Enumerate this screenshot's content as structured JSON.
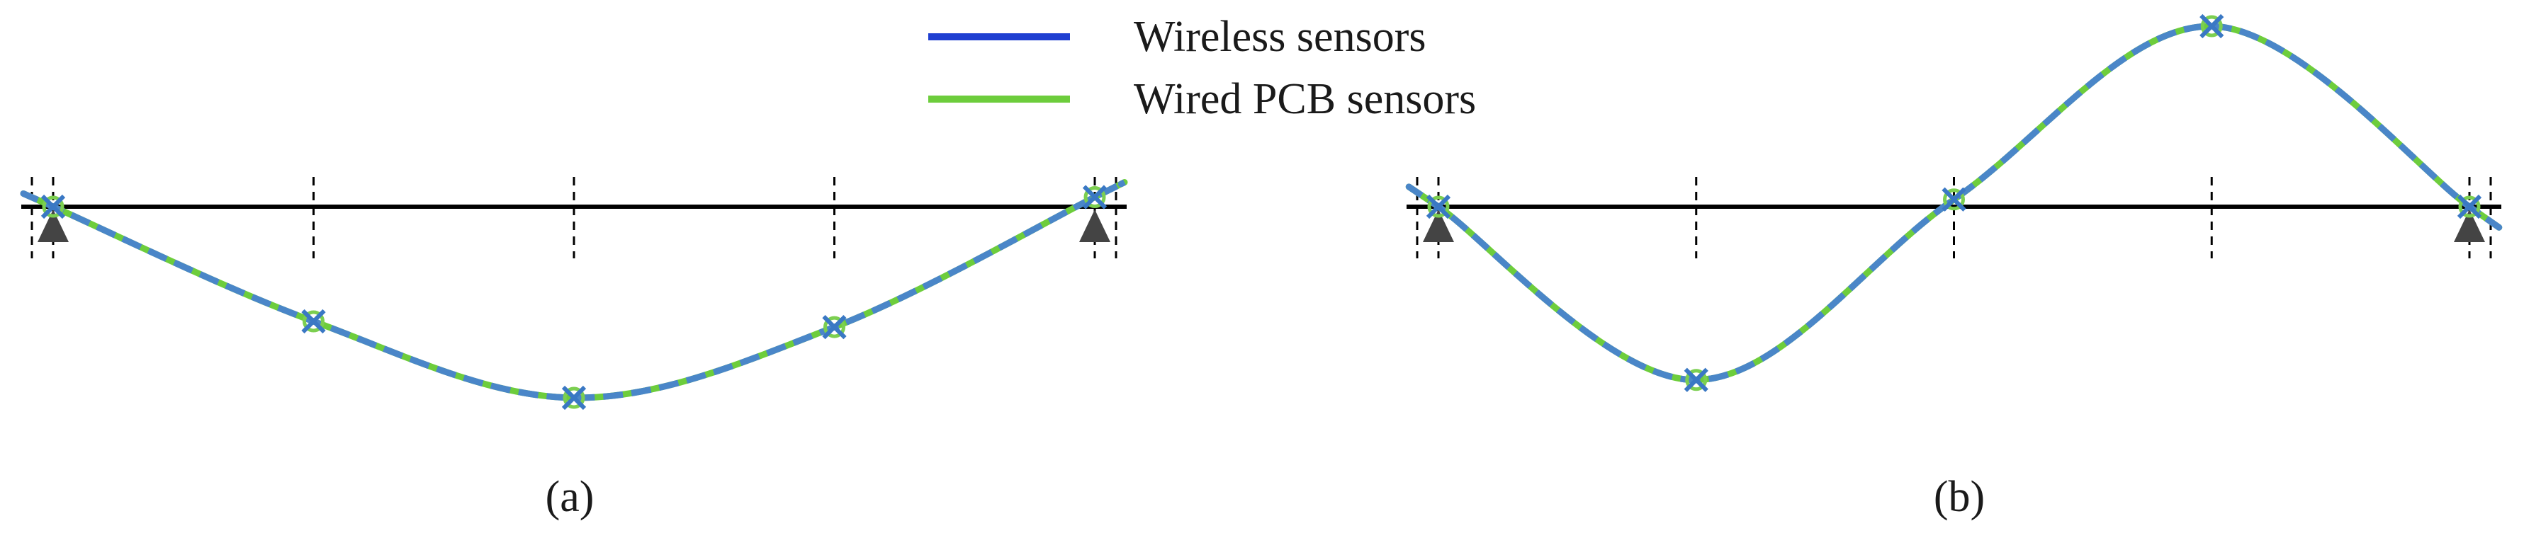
{
  "legend": [
    {
      "name": "Wireless sensors",
      "color": "#1f3fd1",
      "dash": true
    },
    {
      "name": "Wired PCB sensors",
      "color": "#6dcd3c",
      "dash": false
    }
  ],
  "colors": {
    "wireless_line": "#4a86c8",
    "wired_line": "#6dcd3c",
    "legend_wireless": "#1f3fd1",
    "axis": "#000000",
    "support": "#444444",
    "marker_wired": "#7ccf50",
    "marker_wireless": "#3a78c4"
  },
  "chart_data": [
    {
      "type": "line",
      "caption": "(a)",
      "x": [
        0,
        1,
        2,
        3,
        4
      ],
      "series": [
        {
          "name": "Wireless sensors",
          "values": [
            0,
            -0.6,
            -1.0,
            -0.63,
            0.05
          ]
        },
        {
          "name": "Wired PCB sensors",
          "values": [
            0,
            -0.6,
            -1.0,
            -0.63,
            0.05
          ]
        }
      ],
      "xlim": [
        -0.1,
        4.1
      ],
      "ylim": [
        -1.0,
        1.0
      ],
      "supports": [
        0,
        4
      ],
      "grid": "vertical dashed at sensor positions"
    },
    {
      "type": "line",
      "caption": "(b)",
      "x": [
        0,
        1,
        2,
        3,
        4
      ],
      "series": [
        {
          "name": "Wireless sensors",
          "values": [
            0,
            -0.96,
            0.04,
            1.0,
            0
          ]
        },
        {
          "name": "Wired PCB sensors",
          "values": [
            0,
            -0.96,
            0.04,
            1.0,
            0
          ]
        }
      ],
      "xlim": [
        -0.1,
        4.1
      ],
      "ylim": [
        -1.0,
        1.0
      ],
      "supports": [
        0,
        4
      ],
      "grid": "vertical dashed at sensor positions"
    }
  ]
}
